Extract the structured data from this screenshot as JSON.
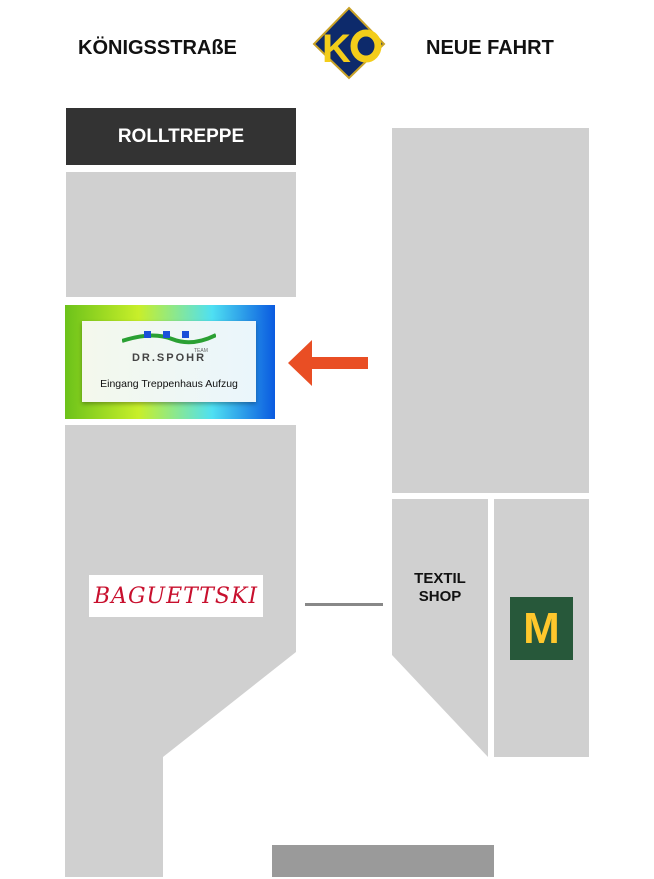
{
  "header": {
    "left_street": "KÖNIGSSTRAßE",
    "right_street": "NEUE FAHRT",
    "logo_text": "KÖ"
  },
  "map": {
    "escalator_label": "ROLLTREPPE",
    "entrance": {
      "brand": "DR.SPOHR",
      "brand_suffix": "TEAM",
      "label": "Eingang Treppenhaus Aufzug"
    },
    "shops": {
      "baguettski": "BAGUETTSKI",
      "textil_line1": "TEXTIL",
      "textil_line2": "SHOP",
      "mcdonalds": "M"
    },
    "colors": {
      "block": "#d0d0d0",
      "arrow": "#e94e24",
      "escalator": "#333333",
      "mcd_bg": "#27583a",
      "mcd_fg": "#ffc72c"
    }
  }
}
